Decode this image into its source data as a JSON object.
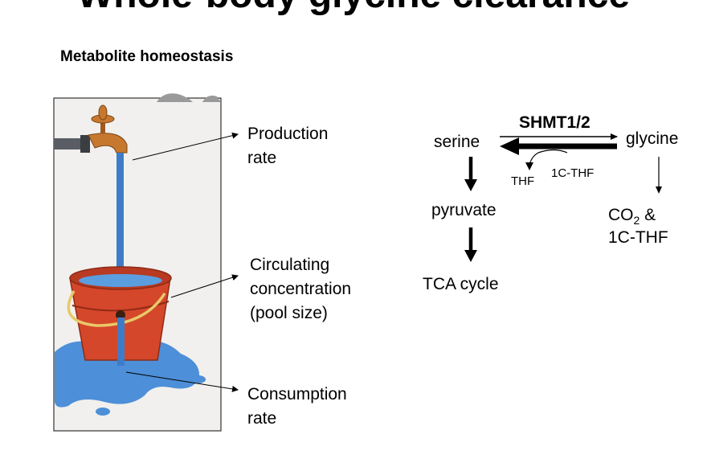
{
  "slide": {
    "title": "Whole-body glycine clearance",
    "subtitle": "Metabolite homeostasis"
  },
  "illustration": {
    "labels": {
      "production": "Production\nrate",
      "concentration": "Circulating\nconcentration\n(pool size)",
      "consumption": "Consumption\nrate"
    }
  },
  "pathway": {
    "enzyme": "SHMT1/2",
    "serine": "serine",
    "glycine": "glycine",
    "thf": "THF",
    "one_c_thf": "1C-THF",
    "pyruvate": "pyruvate",
    "tca": "TCA cycle",
    "co2_prefix": "CO",
    "co2_sub": "2",
    "co2_suffix": " &",
    "co2_line2": "1C-THF"
  }
}
